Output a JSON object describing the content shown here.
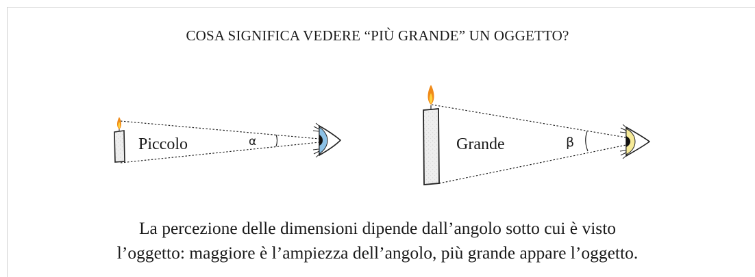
{
  "title": "COSA SIGNIFICA VEDERE “PIÙ GRANDE” UN OGGETTO?",
  "diagram": {
    "small": {
      "label": "Piccolo",
      "angle_symbol": "α"
    },
    "large": {
      "label": "Grande",
      "angle_symbol": "β"
    },
    "colors": {
      "candle_fill": "#eeeeee",
      "flame_outer": "#f08a18",
      "flame_inner": "#ffd23c",
      "small_eye_iris": "#8cc1e6",
      "large_eye_iris": "#f6ea98",
      "line": "#222222"
    }
  },
  "caption": {
    "line1": "La percezione delle dimensioni dipende dall’angolo sotto cui è visto",
    "line2": "l’oggetto: maggiore è l’ampiezza dell’angolo, più grande appare l’oggetto."
  }
}
